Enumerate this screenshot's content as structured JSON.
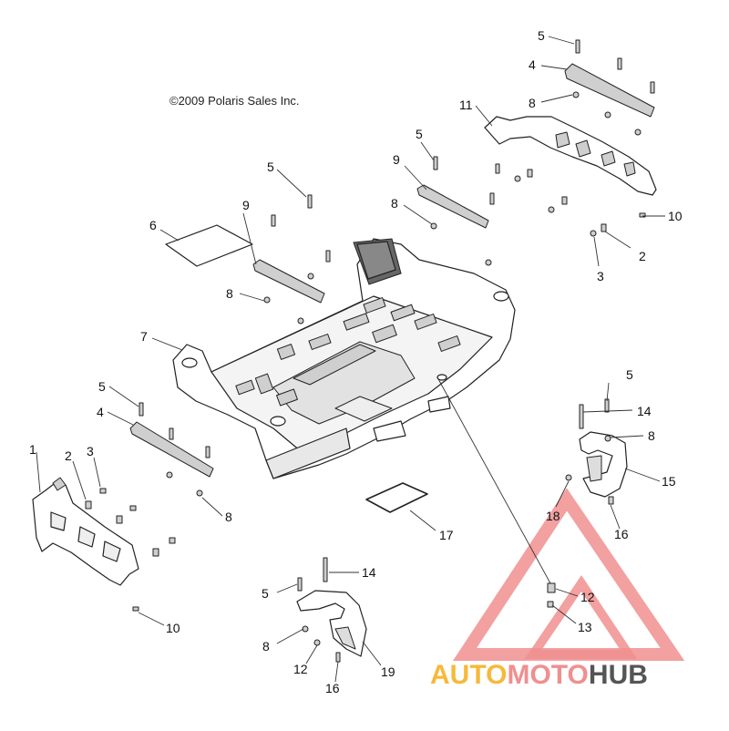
{
  "copyright": "©2009 Polaris Sales Inc.",
  "watermark": {
    "part1": "AUTO",
    "part2": "MOTO",
    "part3": "HUB",
    "color1": "#f6b93b",
    "color2": "#f08f8f",
    "color3": "#555555"
  },
  "callouts": [
    {
      "id": "c-5a",
      "text": "5"
    },
    {
      "id": "c-4a",
      "text": "4"
    },
    {
      "id": "c-8a",
      "text": "8"
    },
    {
      "id": "c-11",
      "text": "11"
    },
    {
      "id": "c-5b",
      "text": "5"
    },
    {
      "id": "c-9a",
      "text": "9"
    },
    {
      "id": "c-8b",
      "text": "8"
    },
    {
      "id": "c-10a",
      "text": "10"
    },
    {
      "id": "c-2a",
      "text": "2"
    },
    {
      "id": "c-3a",
      "text": "3"
    },
    {
      "id": "c-5c",
      "text": "5"
    },
    {
      "id": "c-9b",
      "text": "9"
    },
    {
      "id": "c-6",
      "text": "6"
    },
    {
      "id": "c-8c",
      "text": "8"
    },
    {
      "id": "c-7",
      "text": "7"
    },
    {
      "id": "c-5d",
      "text": "5"
    },
    {
      "id": "c-4b",
      "text": "4"
    },
    {
      "id": "c-1",
      "text": "1"
    },
    {
      "id": "c-2b",
      "text": "2"
    },
    {
      "id": "c-3b",
      "text": "3"
    },
    {
      "id": "c-8d",
      "text": "8"
    },
    {
      "id": "c-10b",
      "text": "10"
    },
    {
      "id": "c-5e",
      "text": "5"
    },
    {
      "id": "c-14a",
      "text": "14"
    },
    {
      "id": "c-8e",
      "text": "8"
    },
    {
      "id": "c-15",
      "text": "15"
    },
    {
      "id": "c-18",
      "text": "18"
    },
    {
      "id": "c-16a",
      "text": "16"
    },
    {
      "id": "c-17",
      "text": "17"
    },
    {
      "id": "c-14b",
      "text": "14"
    },
    {
      "id": "c-5f",
      "text": "5"
    },
    {
      "id": "c-12a",
      "text": "12"
    },
    {
      "id": "c-13",
      "text": "13"
    },
    {
      "id": "c-8f",
      "text": "8"
    },
    {
      "id": "c-12b",
      "text": "12"
    },
    {
      "id": "c-19",
      "text": "19"
    },
    {
      "id": "c-16b",
      "text": "16"
    }
  ]
}
